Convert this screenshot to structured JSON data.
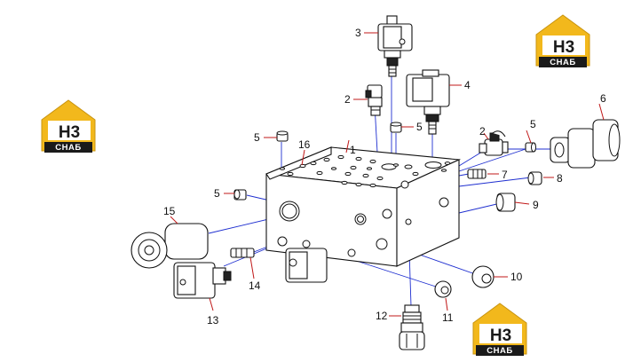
{
  "logos": [
    {
      "top": "H3",
      "bottom": "СНАБ"
    },
    {
      "top": "H3",
      "bottom": "СНАБ"
    },
    {
      "top": "H3",
      "bottom": "СНАБ"
    }
  ],
  "callouts": [
    "1",
    "2",
    "2",
    "3",
    "4",
    "5",
    "5",
    "5",
    "5",
    "6",
    "7",
    "8",
    "9",
    "10",
    "11",
    "12",
    "13",
    "14",
    "15",
    "16"
  ],
  "colors": {
    "leader": "#c01818",
    "assembly_line": "#1f2fd0",
    "logo_yellow": "#f2b81c",
    "logo_dark": "#1a1a1a"
  }
}
